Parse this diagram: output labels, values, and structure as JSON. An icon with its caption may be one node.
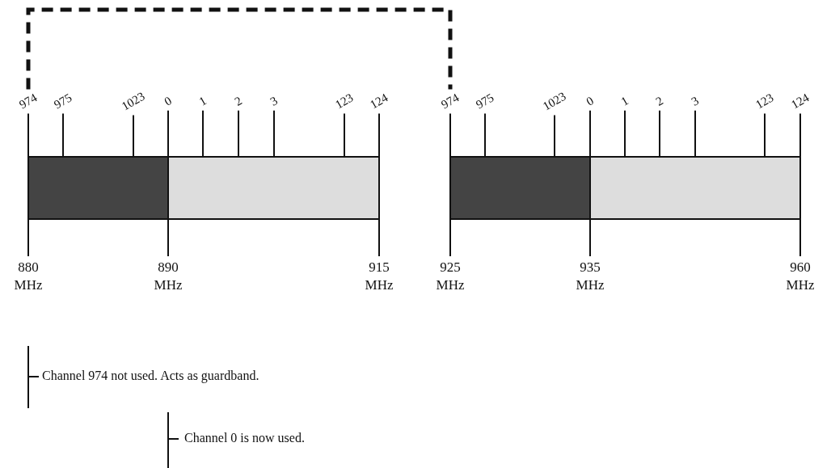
{
  "diagram": {
    "nodes": [
      {
        "text": [],
        "shape": "box"
      },
      {
        "text": [],
        "shape": "box"
      },
      {
        "text": [],
        "shape": "box"
      },
      {
        "text": [],
        "shape": "box"
      },
      {
        "text": [
          "974"
        ]
      },
      {
        "text": [
          "975"
        ]
      },
      {
        "text": [
          "1023"
        ]
      },
      {
        "text": [
          "0"
        ]
      },
      {
        "text": [
          "1"
        ]
      },
      {
        "text": [
          "2"
        ]
      },
      {
        "text": [
          "3"
        ]
      },
      {
        "text": [
          "123"
        ]
      },
      {
        "text": [
          "124"
        ]
      },
      {
        "text": [
          "974"
        ]
      },
      {
        "text": [
          "975"
        ]
      },
      {
        "text": [
          "1023"
        ]
      },
      {
        "text": [
          "0"
        ]
      },
      {
        "text": [
          "1"
        ]
      },
      {
        "text": [
          "2"
        ]
      },
      {
        "text": [
          "3"
        ]
      },
      {
        "text": [
          "123"
        ]
      },
      {
        "text": [
          "124"
        ]
      },
      {
        "text": [
          "880 MHz"
        ]
      },
      {
        "text": [
          "890 MHz"
        ]
      },
      {
        "text": [
          "915 MHz"
        ]
      },
      {
        "text": [
          "925 MHz"
        ]
      },
      {
        "text": [
          "935 MHz"
        ]
      },
      {
        "text": [
          "960 MHz"
        ]
      }
    ],
    "edges": [
      {
        "from": 4,
        "to": 13,
        "arrow": "none",
        "style": "dashed"
      },
      {
        "from": 4,
        "to": 0,
        "arrow": "none"
      },
      {
        "from": 5,
        "to": 0,
        "arrow": "none"
      },
      {
        "from": 6,
        "to": 0,
        "arrow": "none"
      },
      {
        "from": 7,
        "to": 1,
        "arrow": "none"
      },
      {
        "from": 8,
        "to": 1,
        "arrow": "none"
      },
      {
        "from": 9,
        "to": 1,
        "arrow": "none"
      },
      {
        "from": 10,
        "to": 1,
        "arrow": "none"
      },
      {
        "from": 11,
        "to": 1,
        "arrow": "none"
      },
      {
        "from": 12,
        "to": 1,
        "arrow": "none"
      },
      {
        "from": 13,
        "to": 2,
        "arrow": "none"
      },
      {
        "from": 14,
        "to": 2,
        "arrow": "none"
      },
      {
        "from": 15,
        "to": 2,
        "arrow": "none"
      },
      {
        "from": 16,
        "to": 3,
        "arrow": "none"
      },
      {
        "from": 17,
        "to": 3,
        "arrow": "none"
      },
      {
        "from": 18,
        "to": 3,
        "arrow": "none"
      },
      {
        "from": 19,
        "to": 3,
        "arrow": "none"
      },
      {
        "from": 20,
        "to": 3,
        "arrow": "none"
      },
      {
        "from": 21,
        "to": 3,
        "arrow": "none"
      },
      {
        "from": 0,
        "to": 22,
        "arrow": "none"
      },
      {
        "from": 1,
        "to": 23,
        "arrow": "none"
      },
      {
        "from": 1,
        "to": 24,
        "arrow": "none"
      },
      {
        "from": 2,
        "to": 25,
        "arrow": "none"
      },
      {
        "from": 3,
        "to": 26,
        "arrow": "none"
      },
      {
        "from": 3,
        "to": 27,
        "arrow": "none"
      }
    ],
    "labels": [
      "Channel 974 not used. Acts as guardband.",
      "Channel 0 is now used."
    ]
  }
}
